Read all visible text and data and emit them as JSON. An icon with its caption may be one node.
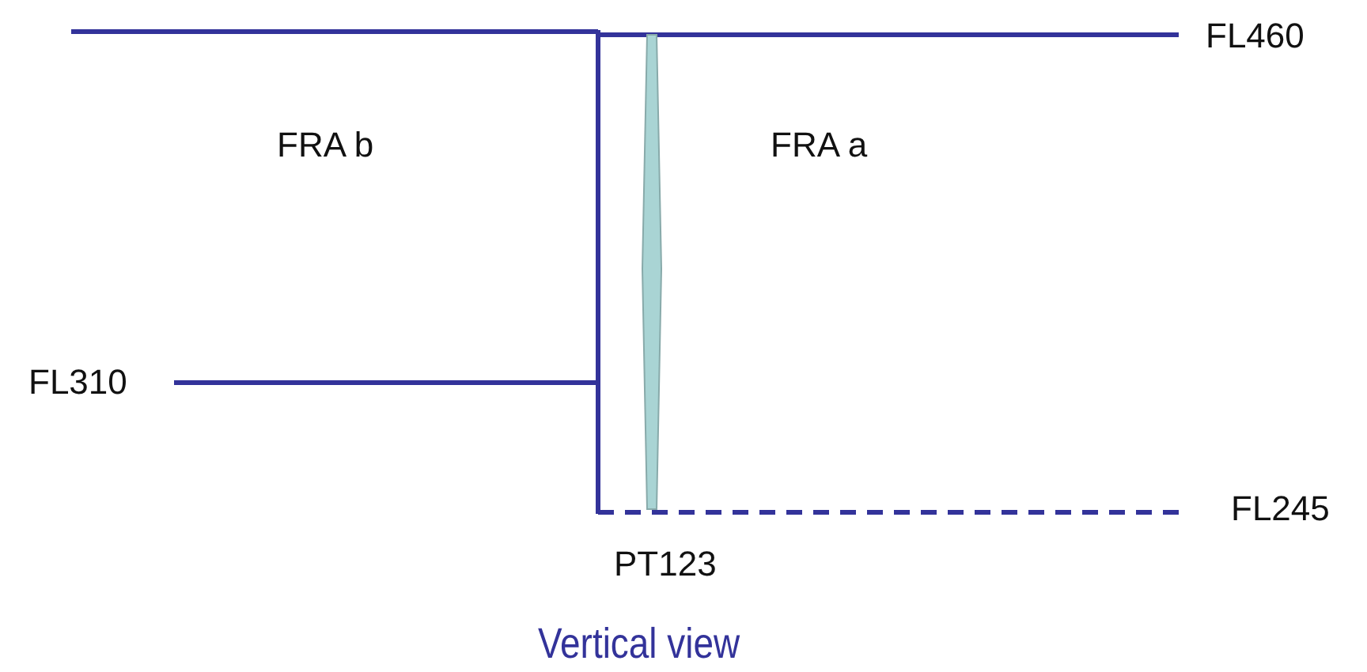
{
  "diagram": {
    "caption": "Vertical view",
    "labels": [
      "FL460",
      "FRA b",
      "FRA a",
      "FL310",
      "FL245",
      "PT123"
    ]
  }
}
